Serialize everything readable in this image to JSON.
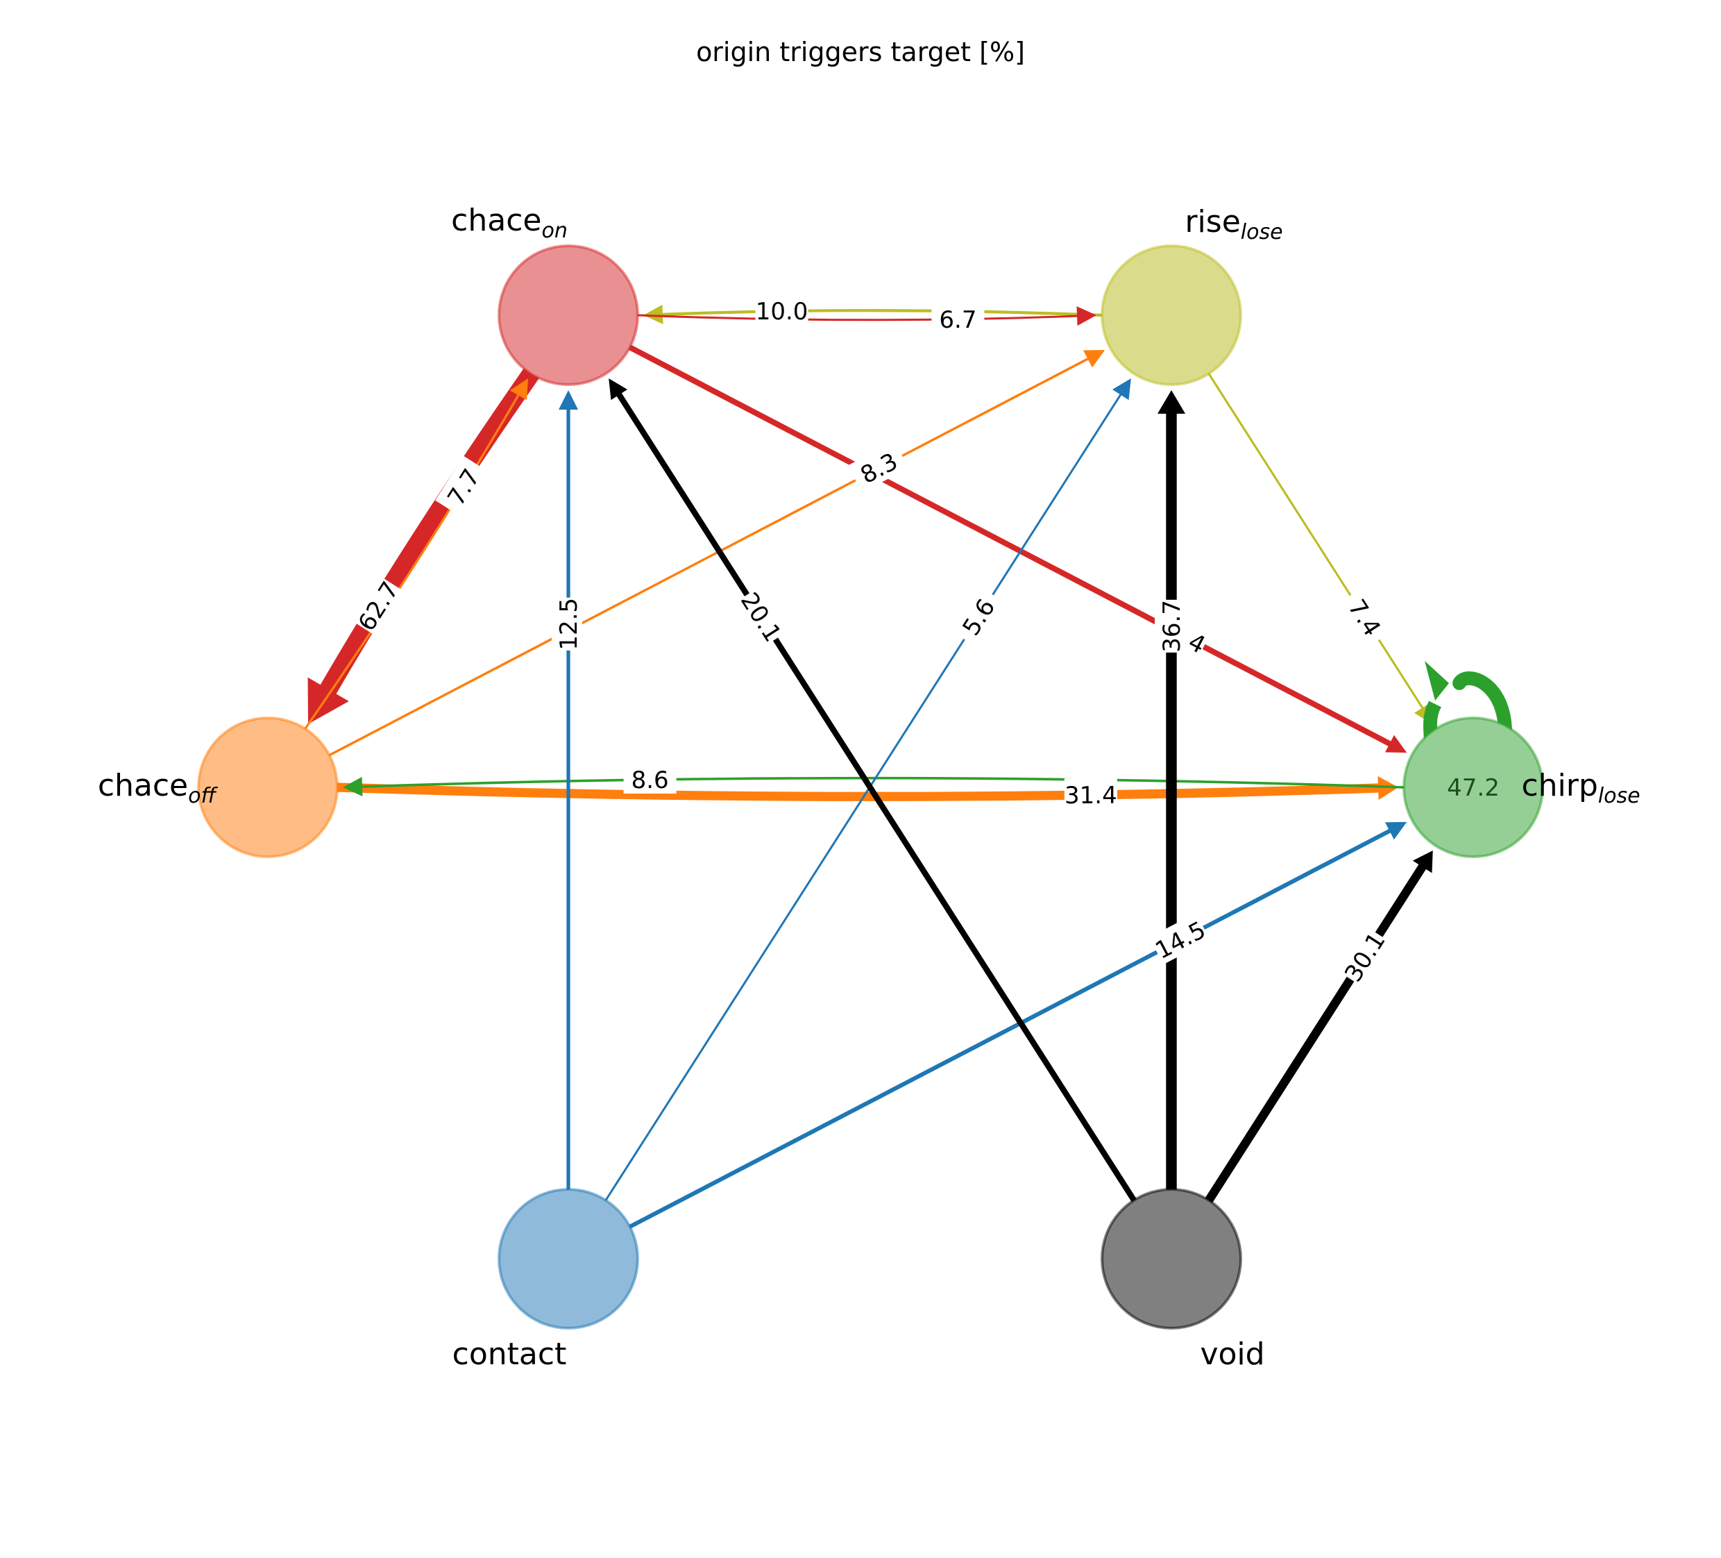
{
  "chart_data": {
    "type": "network",
    "title": "origin triggers target [%]",
    "nodes": [
      {
        "id": "chace_on",
        "label": "chace",
        "sub": "on",
        "color": "#d62728",
        "fill": "#e99092"
      },
      {
        "id": "rise_lose",
        "label": "rise",
        "sub": "lose",
        "color": "#bcbd22",
        "fill": "#dbdc8b"
      },
      {
        "id": "chace_off",
        "label": "chace",
        "sub": "off",
        "color": "#ff7f0e",
        "fill": "#ffbd85"
      },
      {
        "id": "chirp_lose",
        "label": "chirp",
        "sub": "lose",
        "color": "#2ca02c",
        "fill": "#95cf95"
      },
      {
        "id": "contact",
        "label": "contact",
        "sub": "",
        "color": "#1f77b4",
        "fill": "#8fbad9"
      },
      {
        "id": "void",
        "label": "void",
        "sub": "",
        "color": "#000000",
        "fill": "#808080"
      }
    ],
    "edges": [
      {
        "source": "rise_lose",
        "target": "chace_on",
        "value": 10.0,
        "label": "10.0"
      },
      {
        "source": "chace_on",
        "target": "rise_lose",
        "value": 6.7,
        "label": "6.7"
      },
      {
        "source": "chace_on",
        "target": "chirp_lose",
        "value": 19.4,
        "label": "19.4"
      },
      {
        "source": "chace_on",
        "target": "chace_off",
        "value": 62.7,
        "label": "62.7"
      },
      {
        "source": "chace_off",
        "target": "chace_on",
        "value": 7.7,
        "label": "7.7"
      },
      {
        "source": "chace_off",
        "target": "rise_lose",
        "value": 8.3,
        "label": "8.3"
      },
      {
        "source": "chace_off",
        "target": "chirp_lose",
        "value": 31.4,
        "label": "31.4"
      },
      {
        "source": "chirp_lose",
        "target": "chace_off",
        "value": 8.6,
        "label": "8.6"
      },
      {
        "source": "rise_lose",
        "target": "chirp_lose",
        "value": 7.4,
        "label": "7.4"
      },
      {
        "source": "chirp_lose",
        "target": "chirp_lose",
        "value": 47.2,
        "label": "47.2"
      },
      {
        "source": "contact",
        "target": "chace_on",
        "value": 12.5,
        "label": "12.5"
      },
      {
        "source": "contact",
        "target": "rise_lose",
        "value": 5.6,
        "label": "5.6"
      },
      {
        "source": "contact",
        "target": "chirp_lose",
        "value": 14.5,
        "label": "14.5"
      },
      {
        "source": "void",
        "target": "chace_on",
        "value": 20.1,
        "label": "20.1"
      },
      {
        "source": "void",
        "target": "rise_lose",
        "value": 36.7,
        "label": "36.7"
      },
      {
        "source": "void",
        "target": "chirp_lose",
        "value": 30.1,
        "label": "30.1"
      }
    ]
  }
}
